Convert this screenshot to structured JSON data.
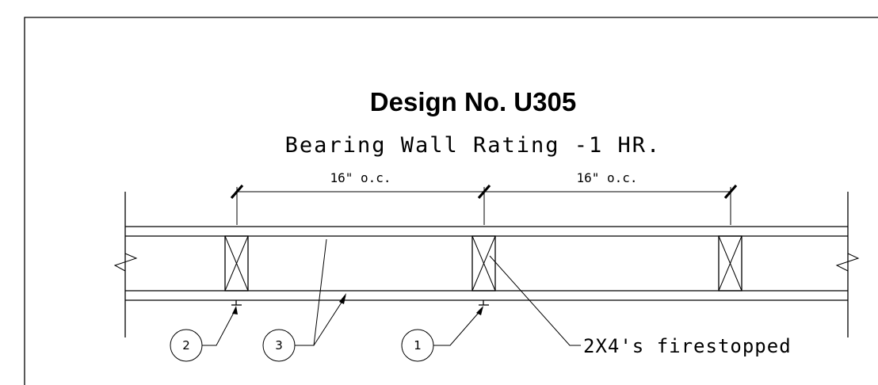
{
  "title": "Design No. U305",
  "subtitle": "Bearing Wall Rating -1 HR.",
  "dimensions": {
    "left_spacing": "16\" o.c.",
    "right_spacing": "16\" o.c."
  },
  "callouts": {
    "item_2": "2",
    "item_3": "3",
    "item_1": "1",
    "studs_note": "2X4's firestopped"
  }
}
